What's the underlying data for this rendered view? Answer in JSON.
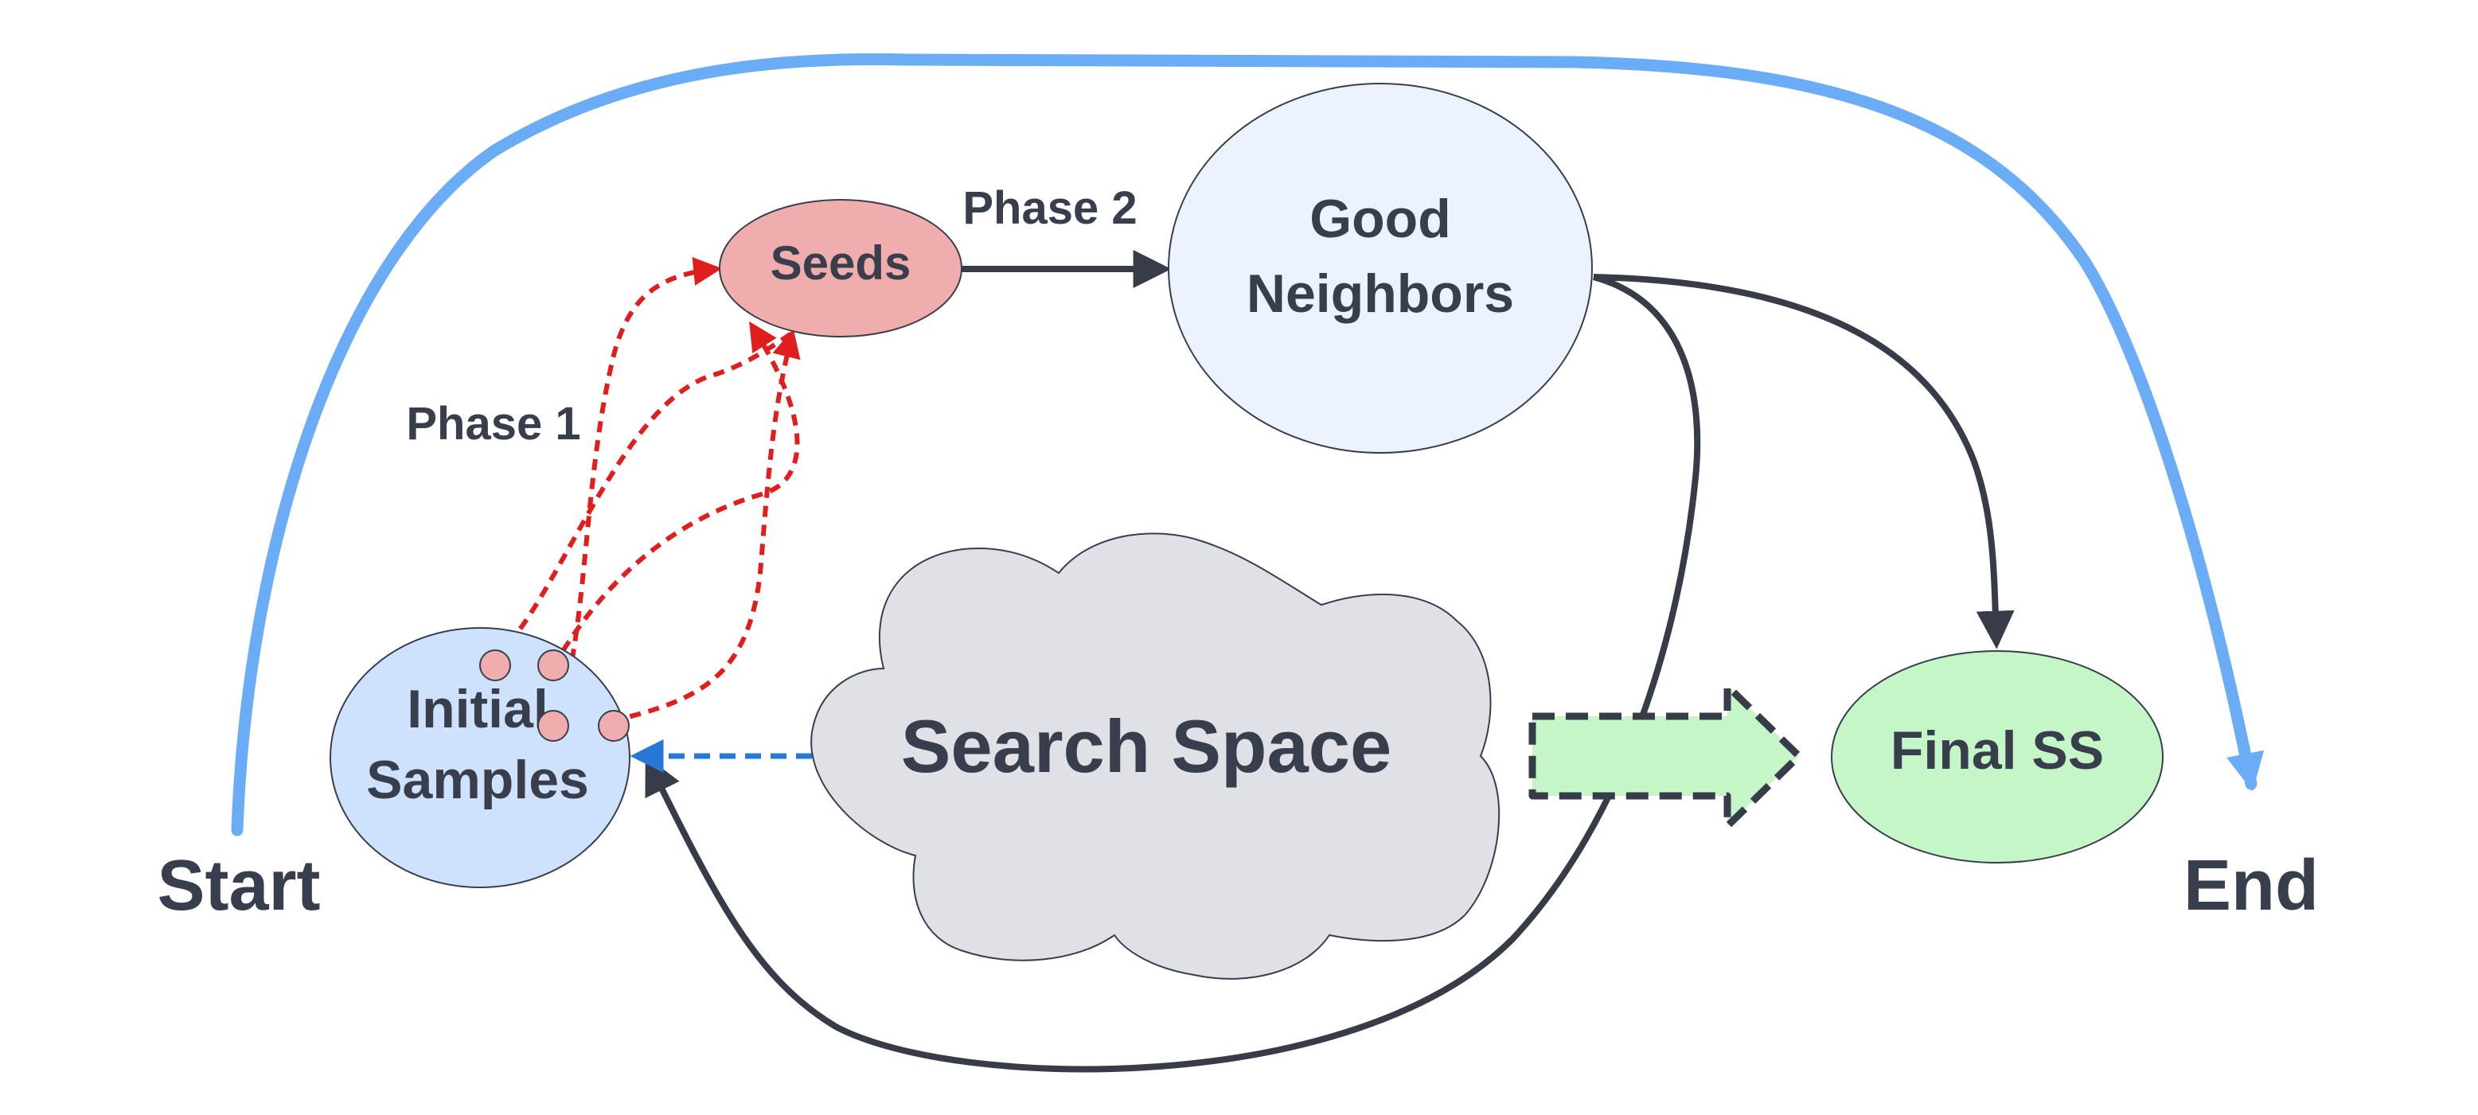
{
  "labels": {
    "start": "Start",
    "end": "End",
    "phase1": "Phase 1",
    "phase2": "Phase 2"
  },
  "nodes": {
    "seeds": "Seeds",
    "good_neighbors": [
      "Good",
      "Neighbors"
    ],
    "initial_samples": [
      "Initial",
      "Samples"
    ],
    "search_space": "Search Space",
    "final_ss": "Final SS"
  },
  "colors": {
    "text": "#383e4c",
    "outer_arc": "#6aacf5",
    "seeds_fill": "#f0adae",
    "good_neighbors_fill": "#ecf3fe",
    "initial_samples_fill": "#cfe2fd",
    "search_space_fill": "#dfe1e6",
    "final_ss_fill": "#c4f6c8",
    "dark_arrow": "#373c48",
    "red_dashed": "#e01e1e",
    "blue_dashed": "#2778d6",
    "big_arrow_fill": "#c4f6c8"
  }
}
